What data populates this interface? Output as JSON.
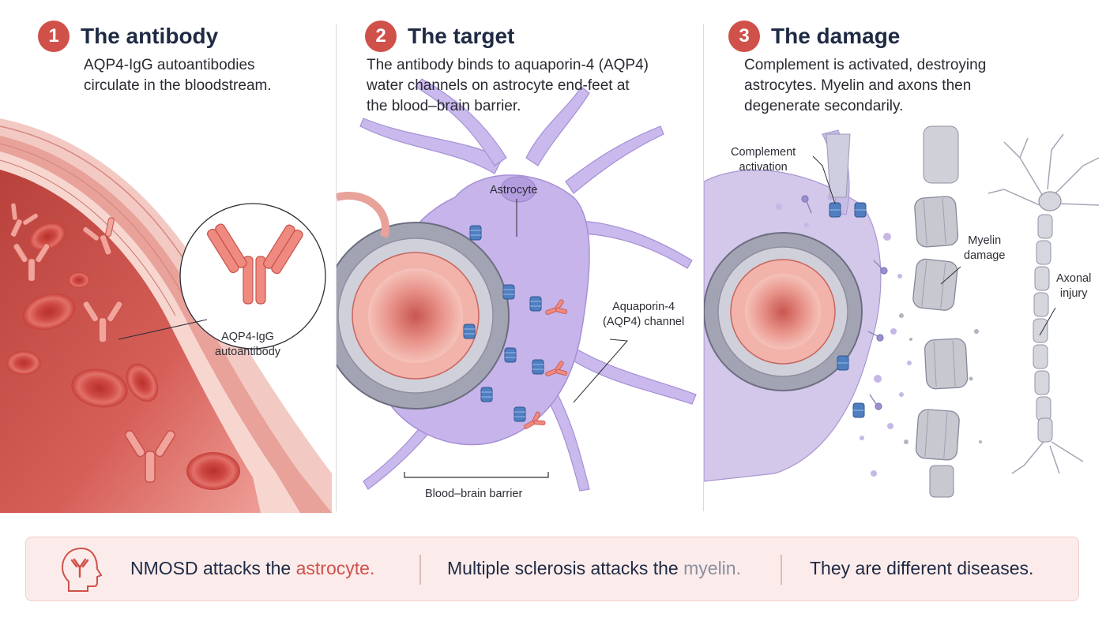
{
  "panels": [
    {
      "number": "1",
      "title": "The antibody",
      "description_lines": [
        "AQP4-IgG autoantibodies",
        "circulate in the bloodstream."
      ],
      "labels": {
        "antibody": [
          "AQP4-IgG",
          "autoantibody"
        ]
      }
    },
    {
      "number": "2",
      "title": "The target",
      "description_lines": [
        "The antibody binds to aquaporin-4 (AQP4)",
        "water channels on astrocyte end-feet at",
        "the blood–brain barrier."
      ],
      "labels": {
        "astrocyte": "Astrocyte",
        "channel": [
          "Aquaporin-4",
          "(AQP4) channel"
        ],
        "bbb": "Blood–brain barrier"
      }
    },
    {
      "number": "3",
      "title": "The damage",
      "description_lines": [
        "Complement is activated, destroying",
        "astrocytes. Myelin and axons then",
        "degenerate secondarily."
      ],
      "labels": {
        "complement": [
          "Complement",
          "activation"
        ],
        "myelin": [
          "Myelin",
          "damage"
        ],
        "axonal": [
          "Axonal",
          "injury"
        ]
      }
    }
  ],
  "banner": {
    "icon": "head-antibody-icon",
    "part1_prefix": "NMOSD attacks the ",
    "part1_highlight": "astrocyte.",
    "part2_prefix": "Multiple sclerosis attacks the ",
    "part2_highlight": "myelin.",
    "part3": "They are different diseases."
  },
  "colors": {
    "accent_red": "#d0504a",
    "title_navy": "#1f2a44",
    "astrocyte_purple": "#b9a6e0",
    "channel_blue": "#4f7fc0",
    "myelin_gray": "#b8b9c2",
    "banner_bg": "#fbeceb"
  }
}
